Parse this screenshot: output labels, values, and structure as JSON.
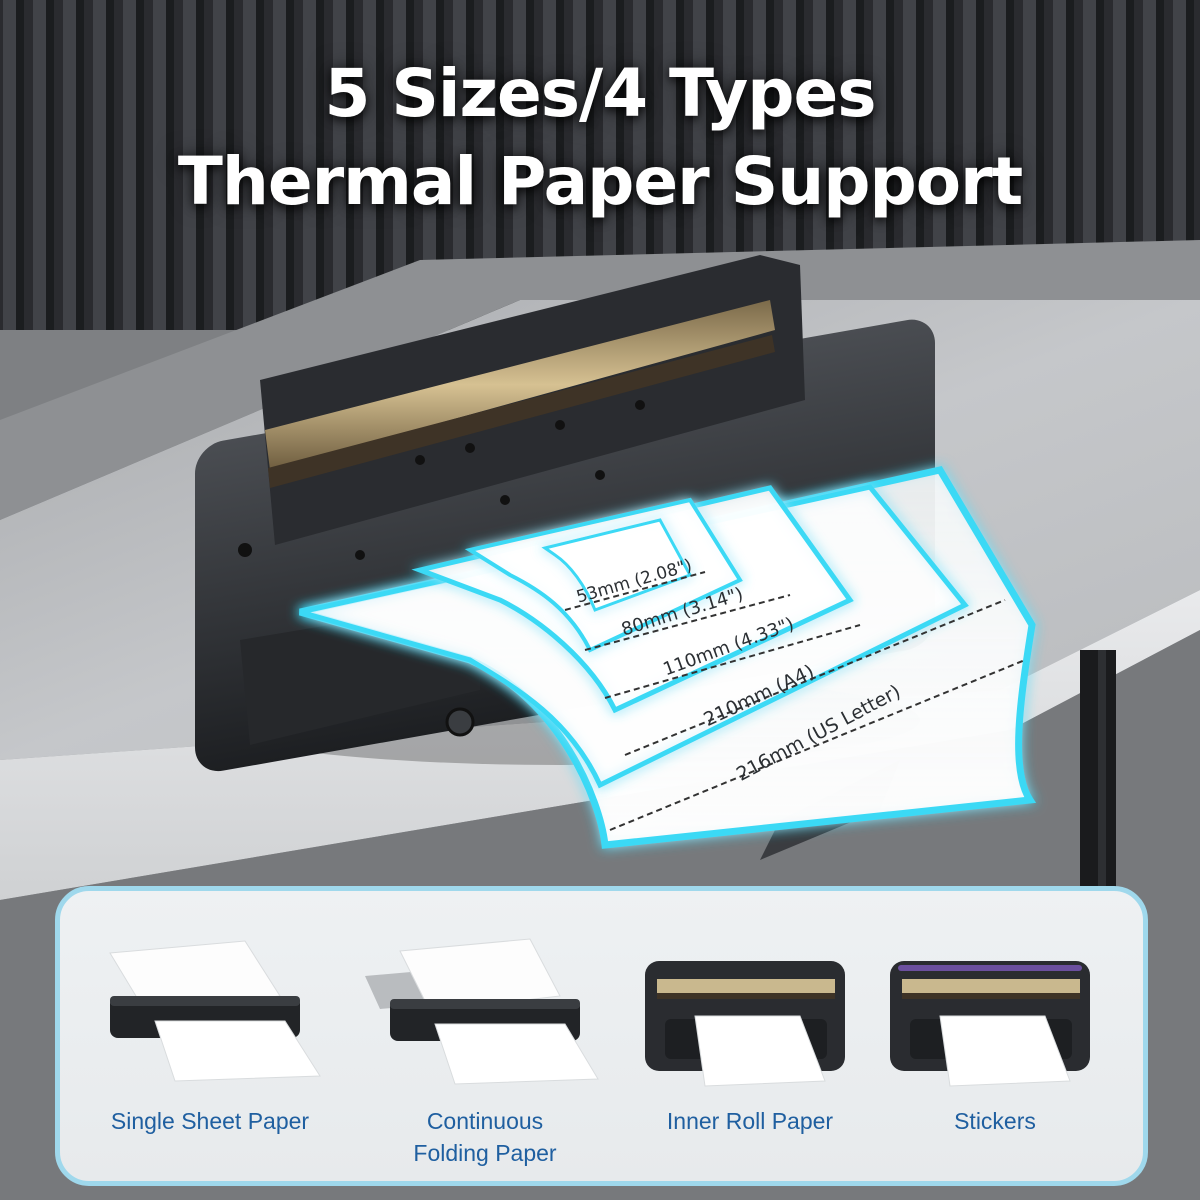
{
  "headline": {
    "line1": "5 Sizes/4 Types",
    "line2": "Thermal Paper Support"
  },
  "paper_sizes": [
    {
      "label": "53mm (2.08\")"
    },
    {
      "label": "80mm (3.14\")"
    },
    {
      "label": "110mm (4.33\")"
    },
    {
      "label": "210mm (A4)"
    },
    {
      "label": "216mm (US Letter)"
    }
  ],
  "paper_types": [
    {
      "line1": "Single Sheet Paper",
      "line2": "",
      "icon": "printer-single-sheet-icon"
    },
    {
      "line1": "Continuous",
      "line2": "Folding Paper",
      "icon": "printer-folding-paper-icon"
    },
    {
      "line1": "Inner Roll Paper",
      "line2": "",
      "icon": "printer-roll-paper-icon"
    },
    {
      "line1": "Stickers",
      "line2": "",
      "icon": "printer-sticker-icon"
    }
  ],
  "colors": {
    "accent_glow": "#3ad9f5",
    "label_blue": "#1f5fa0",
    "panel_border": "#9fd8ec"
  }
}
